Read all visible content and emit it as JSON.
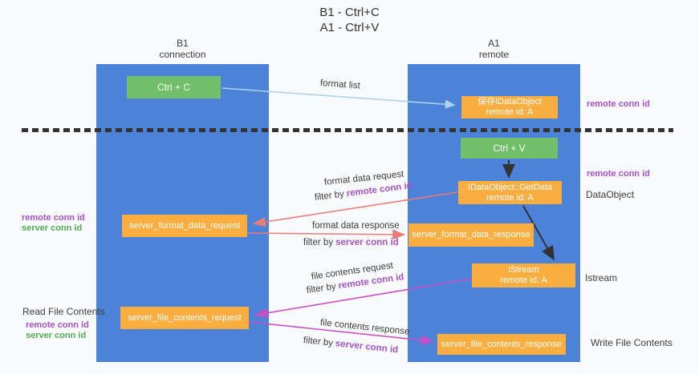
{
  "title": {
    "line1": "B1 - Ctrl+C",
    "line2": "A1 - Ctrl+V"
  },
  "columns": {
    "b1": {
      "name": "B1",
      "subtitle": "connection"
    },
    "a1": {
      "name": "A1",
      "subtitle": "remote"
    }
  },
  "boxes": {
    "ctrl_c": "Ctrl + C",
    "ctrl_v": "Ctrl + V",
    "save_dataobject": {
      "line1": "保存IDataObject",
      "line2": "remote id: A"
    },
    "getdata": {
      "line1": "IDataObject::GetData",
      "line2": "remote id: A"
    },
    "istream": {
      "line1": "IStream",
      "line2": "remote id: A"
    },
    "format_request": "server_format_data_request",
    "format_response": "server_format_data_response",
    "file_request": "server_file_contents_request",
    "file_response": "server_file_contents_response"
  },
  "arrow_labels": {
    "format_list": "format list",
    "format_data_request": "format data request",
    "format_data_response": "format data response",
    "file_contents_request": "file contents request",
    "file_contents_response": "file contents response",
    "filter_by": "filter by",
    "remote_conn_id": "remote conn id",
    "server_conn_id": "server conn id"
  },
  "side_labels": {
    "remote_conn_id": "remote conn id",
    "server_conn_id": "server conn id",
    "dataobject": "DataObject",
    "istream": "Istream",
    "read_file_contents": "Read File Contents",
    "write_file_contents": "Write File Contents"
  },
  "colors": {
    "column_blue": "#4c82d8",
    "box_orange": "#f9ae3f",
    "box_green": "#72bf6a",
    "purple": "#a651c8",
    "green": "#4fae54",
    "salmon_arrow": "#e87c78",
    "magenta_arrow": "#c74fc7",
    "light_blue_arrow": "#aad4f0",
    "dark": "#333333"
  }
}
